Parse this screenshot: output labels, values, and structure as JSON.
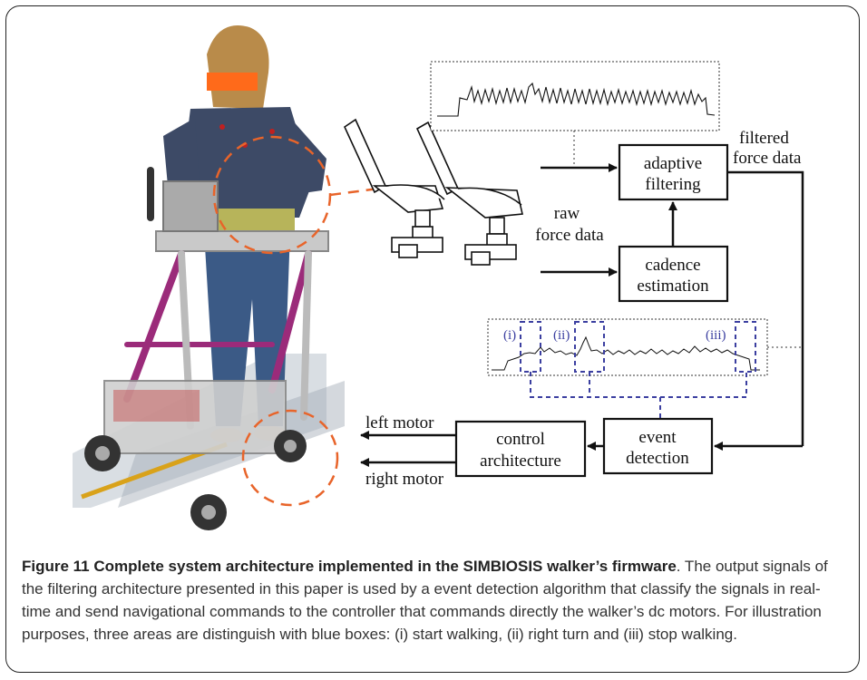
{
  "diagram": {
    "labels": {
      "filtered_force_data_line1": "filtered",
      "filtered_force_data_line2": "force data",
      "adaptive_filtering_line1": "adaptive",
      "adaptive_filtering_line2": "filtering",
      "raw_force_data_line1": "raw",
      "raw_force_data_line2": "force data",
      "cadence_estimation_line1": "cadence",
      "cadence_estimation_line2": "estimation",
      "event_detection_line1": "event",
      "event_detection_line2": "detection",
      "control_architecture_line1": "control",
      "control_architecture_line2": "architecture",
      "left_motor": "left motor",
      "right_motor": "right motor"
    },
    "event_markers": {
      "i": "(i)",
      "ii": "(ii)",
      "iii": "(iii)"
    },
    "colors": {
      "event_box": "#3b3fa0",
      "orange_dash": "#e8642a",
      "walker_frame": "#9b2b7a",
      "eye_bar": "#ff6a1a"
    }
  },
  "caption": {
    "label": "Figure 11 Complete system architecture implemented in the SIMBIOSIS walker’s firmware",
    "text": ". The output signals of the filtering architecture presented in this paper is used by a event detection algorithm that classify the signals in real-time and send navigational commands to the controller that commands directly the walker’s dc motors. For illustration purposes, three areas are distinguish with blue boxes: (i) start walking, (ii) right turn and (iii) stop walking."
  }
}
